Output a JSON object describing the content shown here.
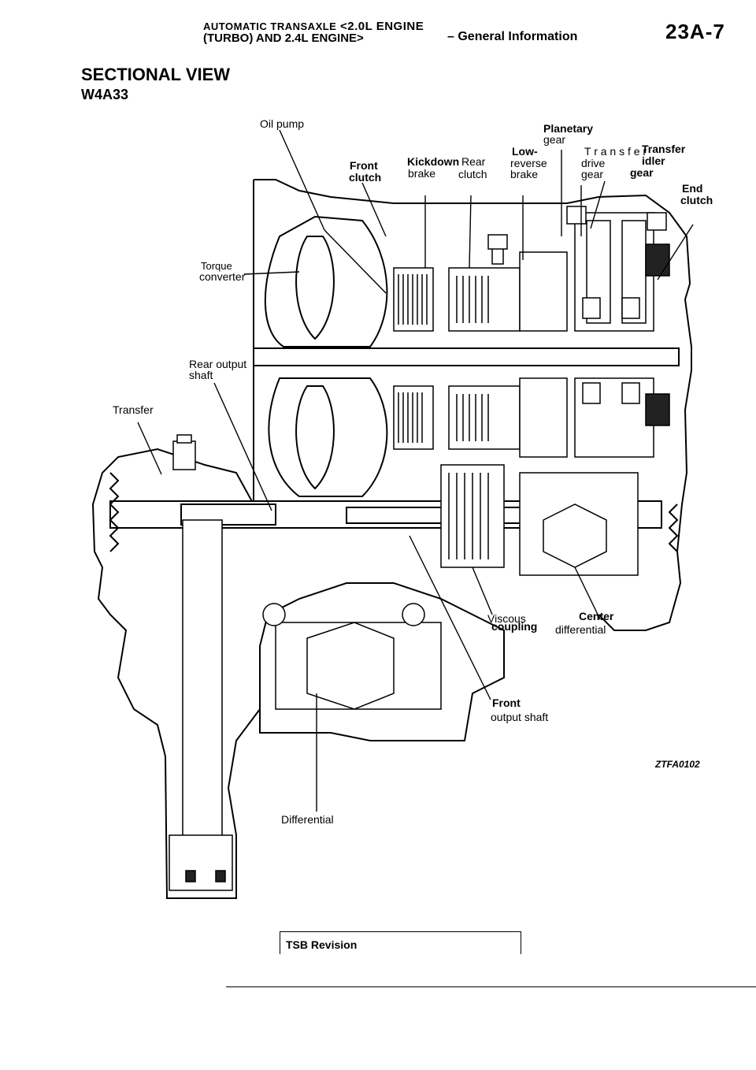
{
  "header": {
    "title_line1_a": "AUTOMATIC TRANSAXLE",
    "title_line1_b": "<2.0L",
    "title_line1_c": "ENGINE",
    "title_line2_a": "(TURBO) AND",
    "title_line2_b": "2.4L",
    "title_line2_c": "ENGINE>",
    "section": "– General Information",
    "page_number": "23A-7"
  },
  "section_title": "SECTIONAL  VIEW",
  "model": "W4A33",
  "labels": {
    "oil_pump": "Oil  pump",
    "planetary": "Planetary",
    "planetary_gear": "gear",
    "low": "Low-",
    "reverse": "reverse",
    "brake_low": "brake",
    "transfer_drive": "T r a n s f e r",
    "drive": "drive",
    "drive_gear": "gear",
    "transfer_idler": "Transfer",
    "idler": "idler",
    "idler_gear": "gear",
    "front_clutch_1": "Front",
    "front_clutch_2": "clutch",
    "kickdown": "Kickdown",
    "kickdown_brake": "brake",
    "rear_clutch_1": "Rear",
    "rear_clutch_2": "clutch",
    "end_clutch_1": "End",
    "end_clutch_2": "clutch",
    "torque": "Torque",
    "converter": "converter",
    "rear_output_1": "Rear  output",
    "rear_output_2": "shaft",
    "transfer": "Transfer",
    "viscous": "Viscous",
    "coupling": "coupling",
    "center": "Center",
    "differential_c": "differential",
    "front_output_1": "Front",
    "front_output_2": "output  shaft",
    "differential": "Differential",
    "figure_code": "ZTFA0102"
  },
  "footer": {
    "tsb": "TSB  Revision"
  }
}
